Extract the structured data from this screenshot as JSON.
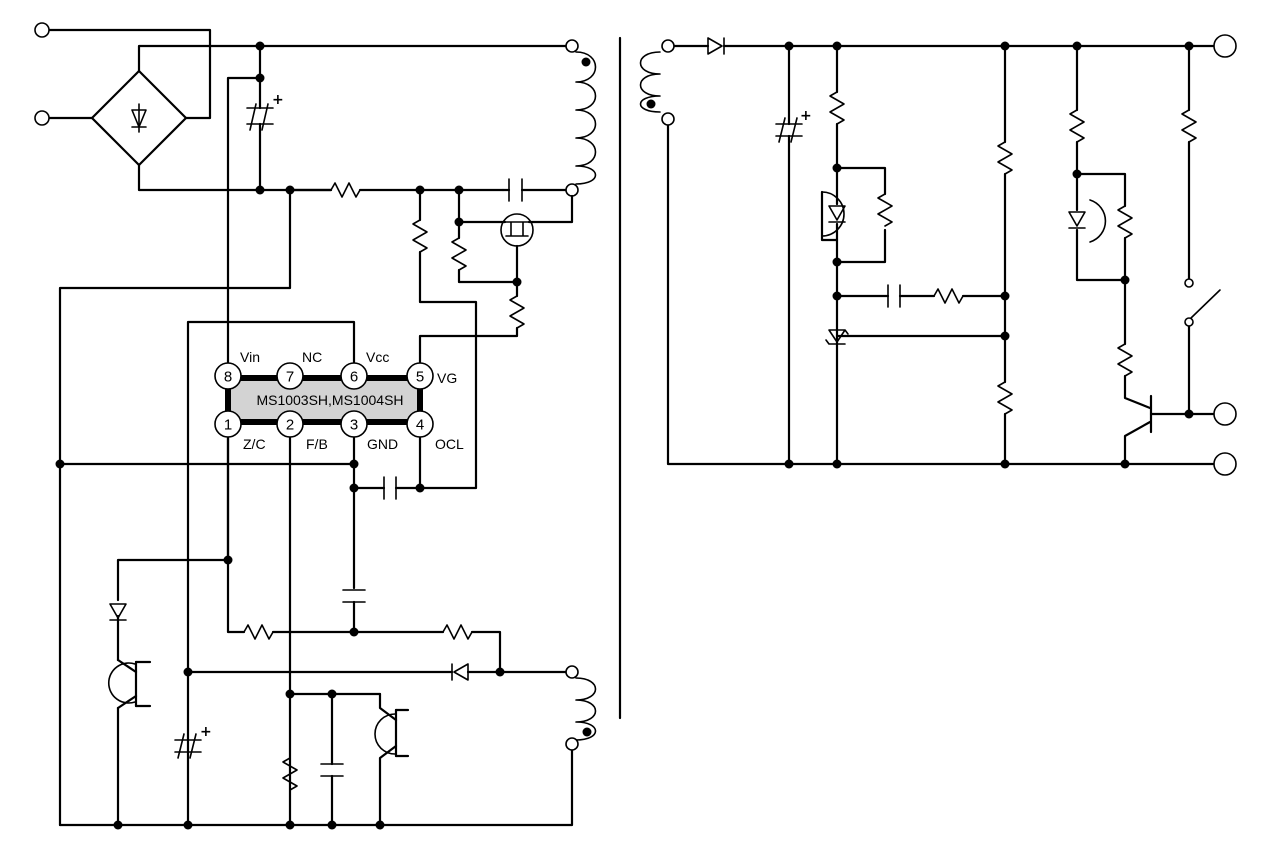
{
  "ic": {
    "part_number": "MS1003SH,MS1004SH",
    "pins_top": [
      {
        "number": "8",
        "label": "Vin"
      },
      {
        "number": "7",
        "label": "NC"
      },
      {
        "number": "6",
        "label": "Vcc"
      },
      {
        "number": "5",
        "label": "VG"
      }
    ],
    "pins_bottom": [
      {
        "number": "1",
        "label": "Z/C"
      },
      {
        "number": "2",
        "label": "F/B"
      },
      {
        "number": "3",
        "label": "GND"
      },
      {
        "number": "4",
        "label": "OCL"
      }
    ]
  },
  "capacitor_polarity_mark": "+",
  "colors": {
    "wire": "#000000",
    "ic_body": "#d3d3d3",
    "background": "#ffffff"
  }
}
